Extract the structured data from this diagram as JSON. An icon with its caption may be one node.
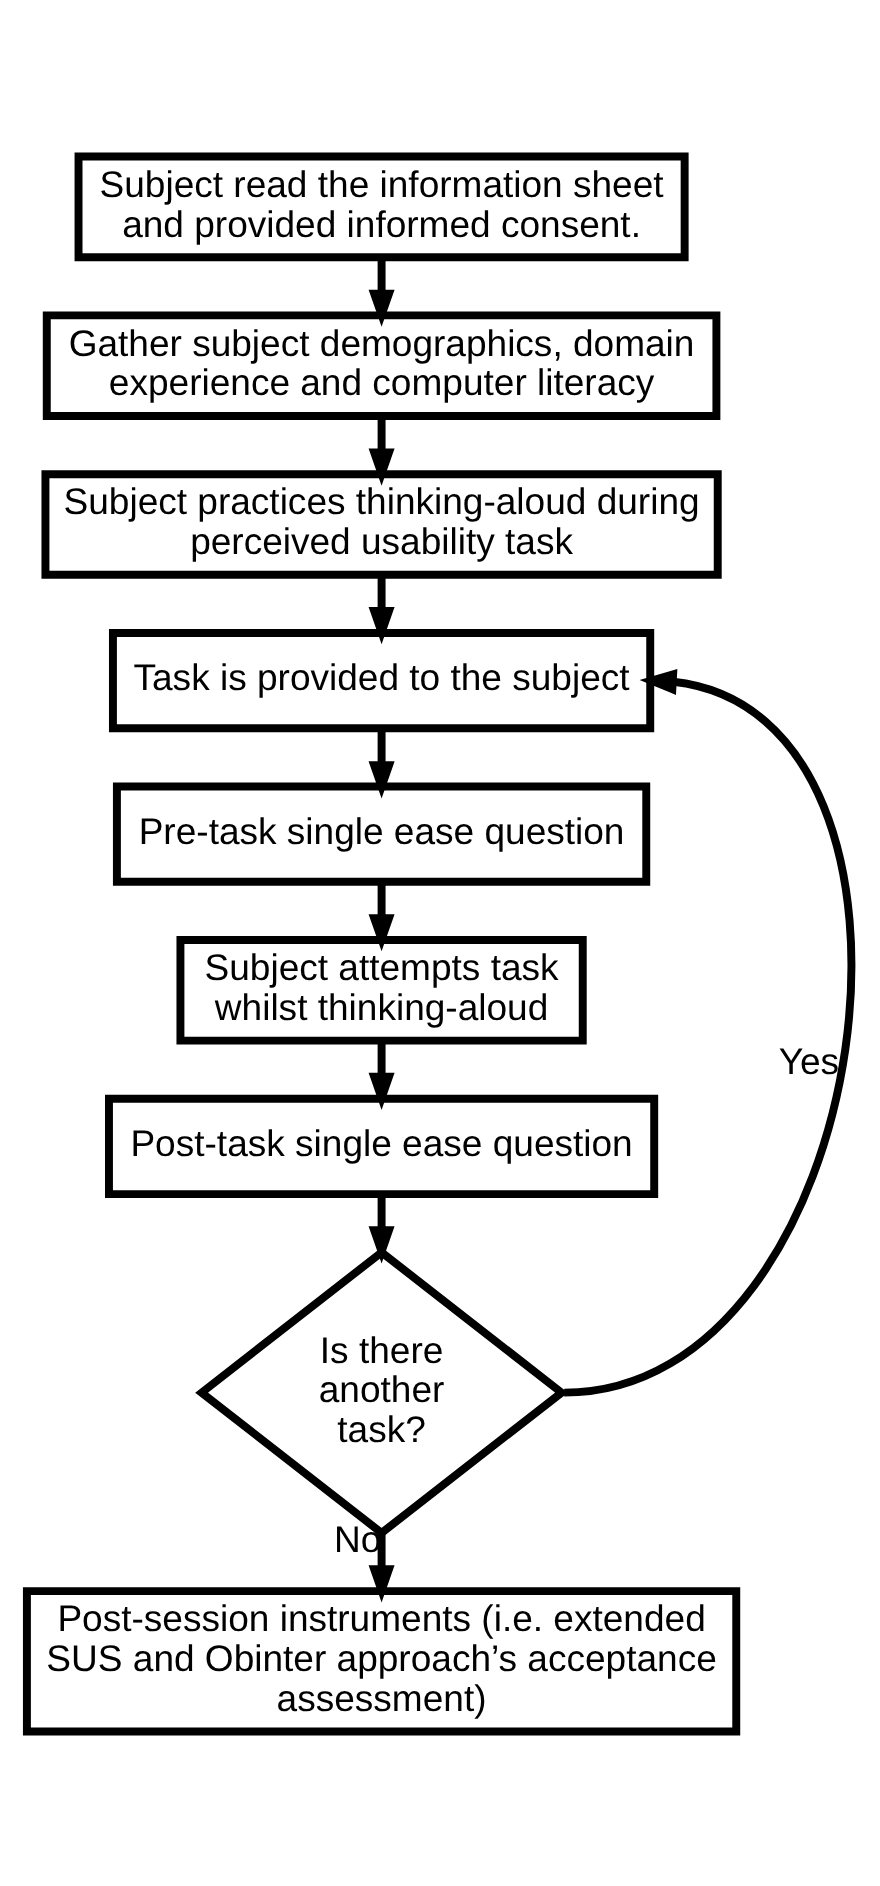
{
  "diagram": {
    "nodes": [
      {
        "text": [
          "Subject read the information sheet and provided informed consent."
        ]
      },
      {
        "text": [
          "Gather subject demographics, domain experience and computer literacy"
        ]
      },
      {
        "text": [
          "Subject practices thinking-aloud during perceived usability task"
        ]
      },
      {
        "text": [
          "Task is provided to the subject"
        ]
      },
      {
        "text": [
          "Pre-task single ease question"
        ]
      },
      {
        "text": [
          "Subject attempts task whilst thinking-aloud"
        ]
      },
      {
        "text": [
          "Post-task single ease question"
        ]
      },
      {
        "text": [
          "Is there another task?"
        ]
      },
      {
        "text": [
          "Post-session instruments (i.e. extended SUS and Obinter approach’s acceptance assessment)"
        ]
      }
    ],
    "edges": [
      {
        "from": 0,
        "to": 1,
        "arrow": "to"
      },
      {
        "from": 1,
        "to": 2,
        "arrow": "to"
      },
      {
        "from": 2,
        "to": 3,
        "arrow": "to"
      },
      {
        "from": 3,
        "to": 4,
        "arrow": "to"
      },
      {
        "from": 4,
        "to": 5,
        "arrow": "to"
      },
      {
        "from": 5,
        "to": 6,
        "arrow": "to"
      },
      {
        "from": 6,
        "to": 7,
        "arrow": "to"
      },
      {
        "from": 7,
        "to": 3,
        "arrow": "to",
        "label": "Yes"
      },
      {
        "from": 7,
        "to": 8,
        "arrow": "to",
        "label": "No"
      }
    ]
  }
}
